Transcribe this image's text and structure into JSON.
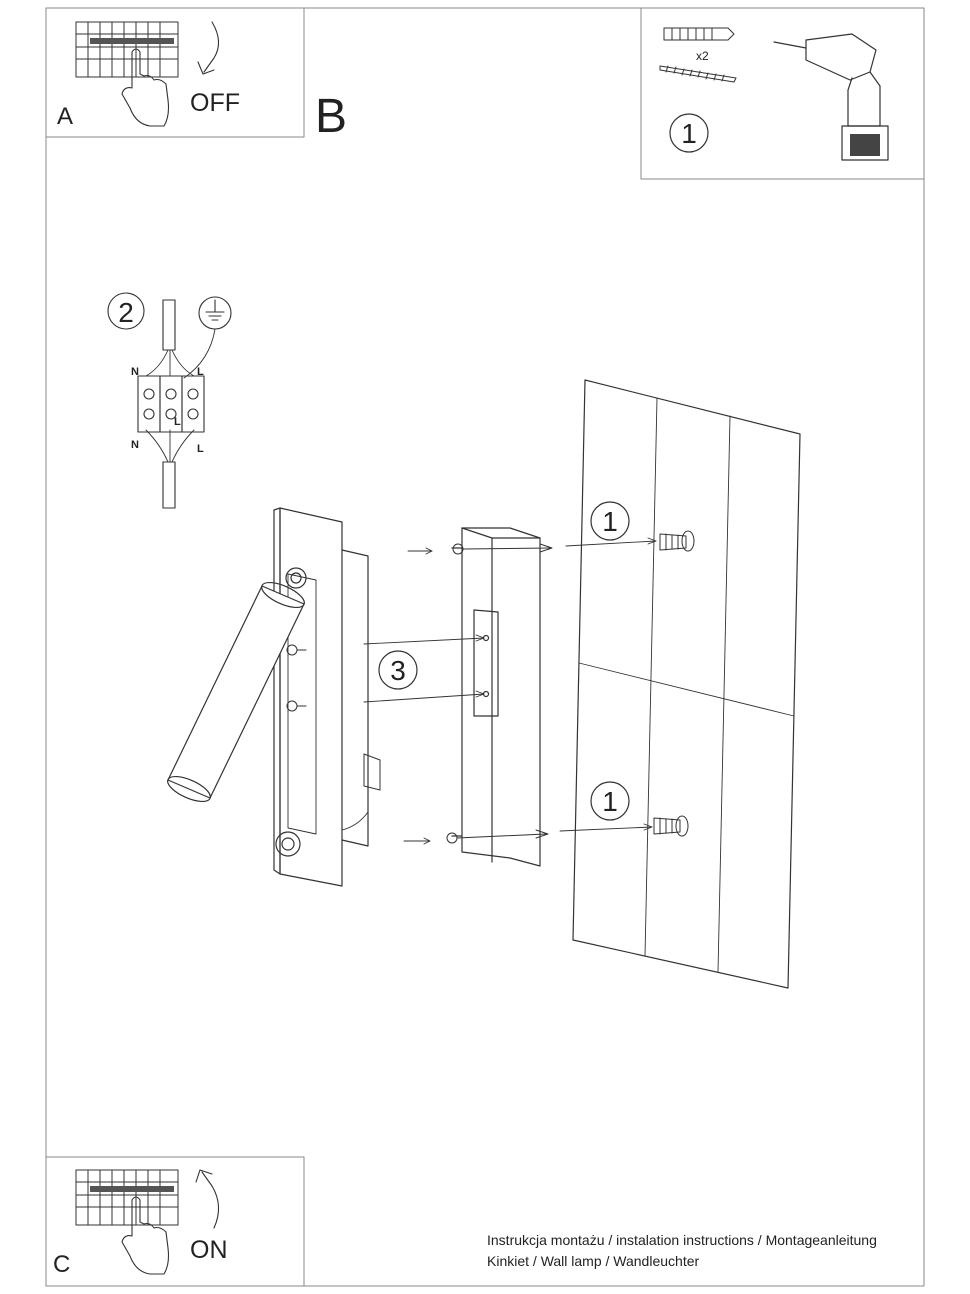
{
  "panels": {
    "a": {
      "letter": "A",
      "state": "OFF"
    },
    "b": {
      "letter": "B"
    },
    "c": {
      "letter": "C",
      "state": "ON"
    }
  },
  "tools": {
    "step": "1",
    "quantity": "x2"
  },
  "wiring": {
    "step": "2",
    "terminals": {
      "neutral_top": "N",
      "live_top": "L",
      "live_center": "L",
      "neutral_bottom": "N",
      "live_bottom": "L"
    }
  },
  "assembly": {
    "step_top": "1",
    "step_middle": "3",
    "step_bottom": "1"
  },
  "footer": {
    "line1": "Instrukcja montażu / instalation instructions / Montageanleitung",
    "line2": "Kinkiet / Wall lamp / Wandleuchter"
  }
}
